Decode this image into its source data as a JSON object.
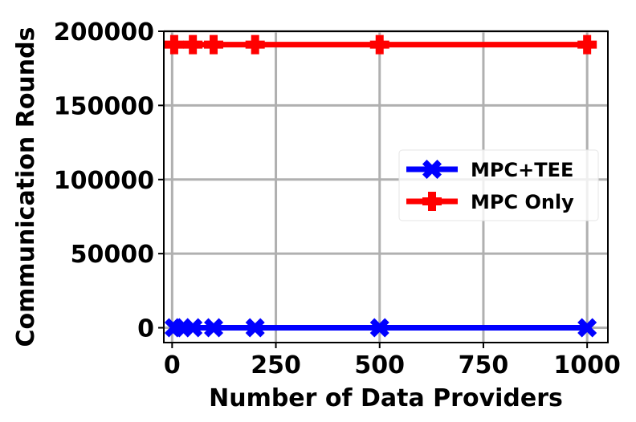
{
  "chart_data": {
    "type": "line",
    "title": "",
    "xlabel": "Number of Data Providers",
    "ylabel": "Communication Rounds",
    "xlim": [
      -20,
      1050
    ],
    "ylim": [
      -10000,
      200000
    ],
    "xticks": [
      0,
      250,
      500,
      750,
      1000
    ],
    "yticks": [
      0,
      50000,
      100000,
      150000,
      200000
    ],
    "grid": true,
    "legend_position": "center-right",
    "series": [
      {
        "name": "MPC+TEE",
        "color": "#0000ff",
        "marker": "X",
        "x": [
          5,
          25,
          50,
          100,
          200,
          500,
          1000
        ],
        "y": [
          0,
          0,
          0,
          0,
          0,
          0,
          0
        ]
      },
      {
        "name": "MPC Only",
        "color": "#ff0000",
        "marker": "P",
        "x": [
          5,
          50,
          100,
          200,
          500,
          1000
        ],
        "y": [
          191000,
          191000,
          191000,
          191000,
          191000,
          191000
        ]
      }
    ]
  }
}
